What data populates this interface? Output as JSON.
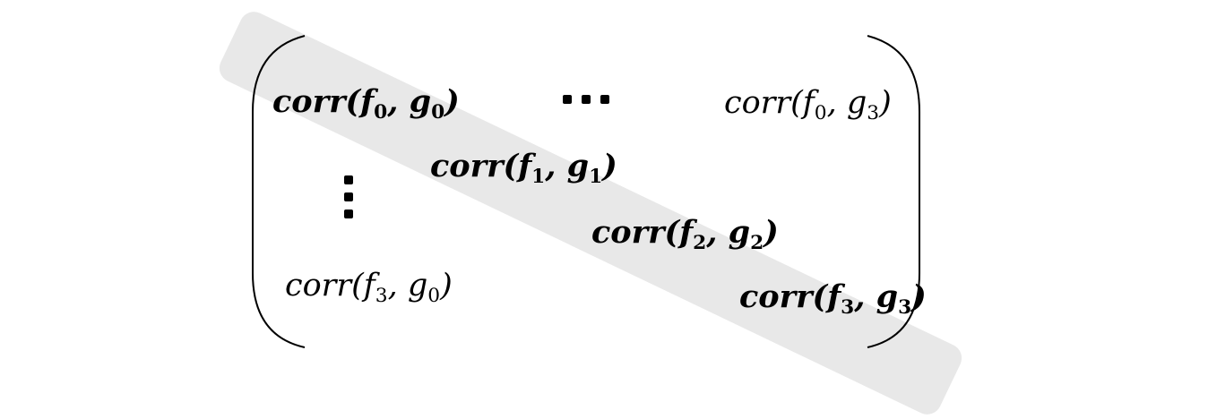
{
  "matrix": {
    "diagonal": [
      {
        "fn": "corr",
        "f": "f",
        "f_sub": "0",
        "g": "g",
        "g_sub": "0"
      },
      {
        "fn": "corr",
        "f": "f",
        "f_sub": "1",
        "g": "g",
        "g_sub": "1"
      },
      {
        "fn": "corr",
        "f": "f",
        "f_sub": "2",
        "g": "g",
        "g_sub": "2"
      },
      {
        "fn": "corr",
        "f": "f",
        "f_sub": "3",
        "g": "g",
        "g_sub": "3"
      }
    ],
    "top_right": {
      "fn": "corr",
      "f": "f",
      "f_sub": "0",
      "g": "g",
      "g_sub": "3"
    },
    "bottom_left": {
      "fn": "corr",
      "f": "f",
      "f_sub": "3",
      "g": "g",
      "g_sub": "0"
    },
    "punct": {
      "open": "(",
      "comma": ", ",
      "close": ")"
    },
    "highlight_color": "#e8e8e8"
  }
}
